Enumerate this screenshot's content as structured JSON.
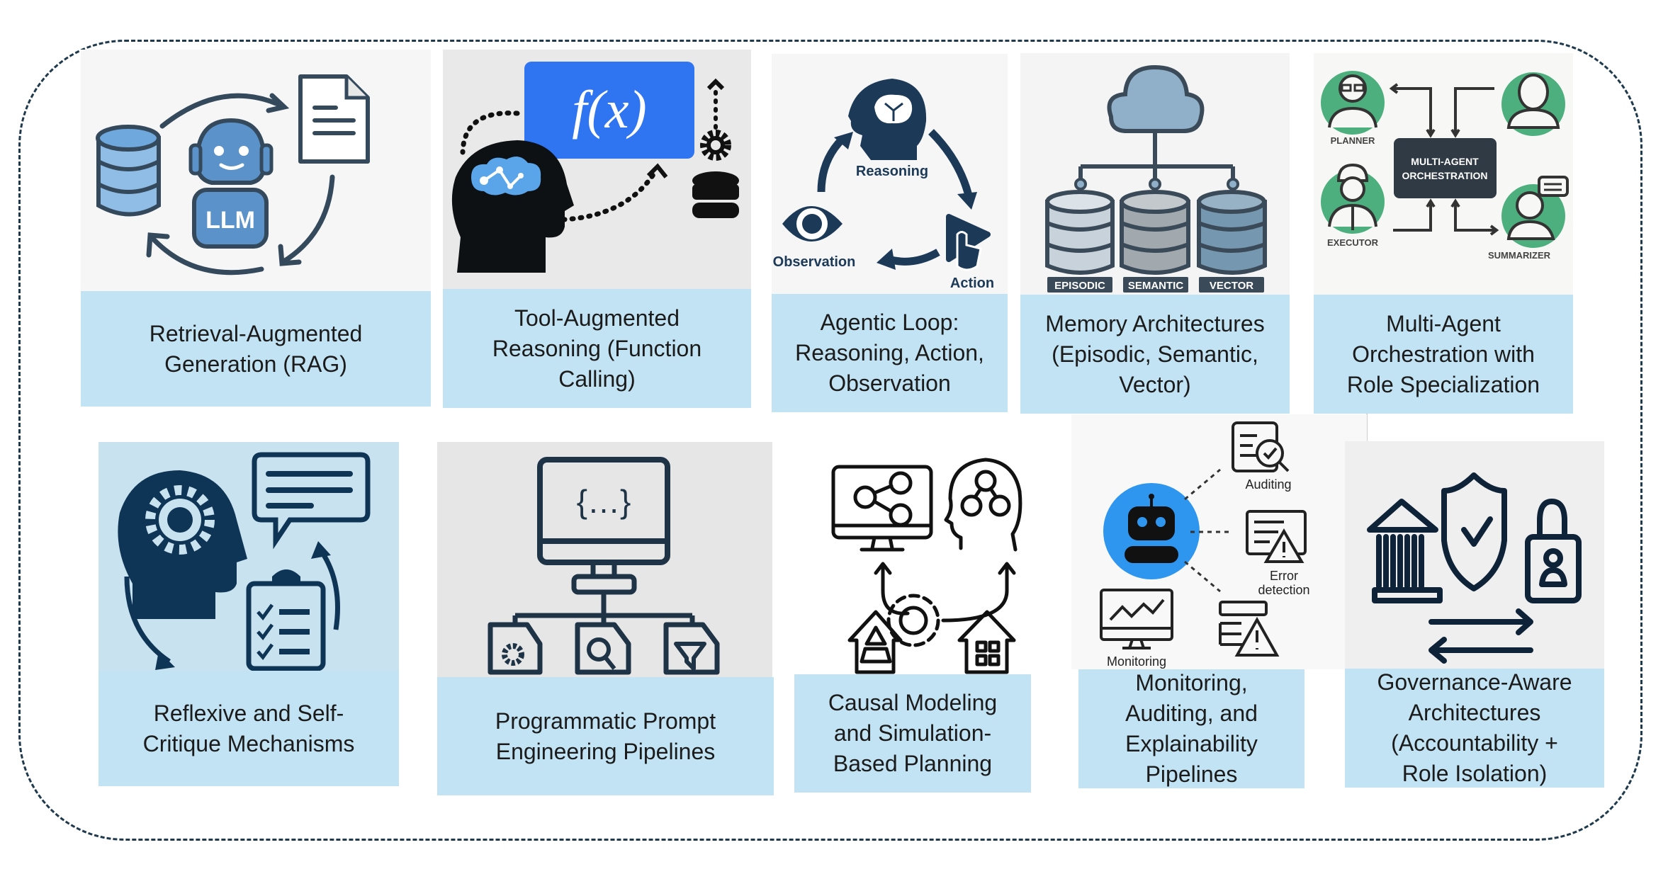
{
  "diagram": {
    "panels": [
      {
        "id": "rag",
        "label_lines": [
          "Retrieval-Augmented",
          "Generation (RAG)"
        ],
        "icon_text": [
          "LLM"
        ]
      },
      {
        "id": "tool",
        "label_lines": [
          "Tool-Augmented",
          "Reasoning (Function",
          "Calling)"
        ],
        "icon_text": [
          "f(x)"
        ]
      },
      {
        "id": "loop",
        "label_lines": [
          "Agentic Loop:",
          "Reasoning, Action,",
          "Observation"
        ],
        "icon_text": [
          "Reasoning",
          "Action",
          "Observation"
        ]
      },
      {
        "id": "memory",
        "label_lines": [
          "Memory Architectures",
          "(Episodic, Semantic,",
          "Vector)"
        ],
        "icon_text": [
          "EPISODIC",
          "SEMANTIC",
          "VECTOR"
        ]
      },
      {
        "id": "multi",
        "label_lines": [
          "Multi-Agent",
          "Orchestration with",
          "Role Specialization"
        ],
        "icon_text": [
          "PLANNER",
          "EXECUTOR",
          "SUMMARIZER",
          "MULTI-AGENT",
          "ORCHESTRATION"
        ]
      },
      {
        "id": "reflex",
        "label_lines": [
          "Reflexive and Self-",
          "Critique Mechanisms"
        ],
        "icon_text": []
      },
      {
        "id": "prompt",
        "label_lines": [
          "Programmatic Prompt",
          "Engineering Pipelines"
        ],
        "icon_text": [
          "{…}"
        ]
      },
      {
        "id": "causal",
        "label_lines": [
          "Causal Modeling",
          "and Simulation-",
          "Based Planning"
        ],
        "icon_text": []
      },
      {
        "id": "monitor",
        "label_lines": [
          "Monitoring,",
          "Auditing, and",
          "Explainability",
          "Pipelines"
        ],
        "icon_text": [
          "Auditing",
          "Error",
          "detection",
          "Monitoring"
        ]
      },
      {
        "id": "gov",
        "label_lines": [
          "Governance-Aware",
          "Architectures",
          "(Accountability +",
          "Role Isolation)"
        ],
        "icon_text": []
      }
    ],
    "colors": {
      "label_bg": "#c2e3f3",
      "navy": "#1c3a57",
      "llm_blue": "#5b92c9",
      "fx_blue": "#2f74f0",
      "agent_green": "#4caf7d",
      "robot_blue": "#2f96f0",
      "border": "#1f3a4d"
    }
  }
}
